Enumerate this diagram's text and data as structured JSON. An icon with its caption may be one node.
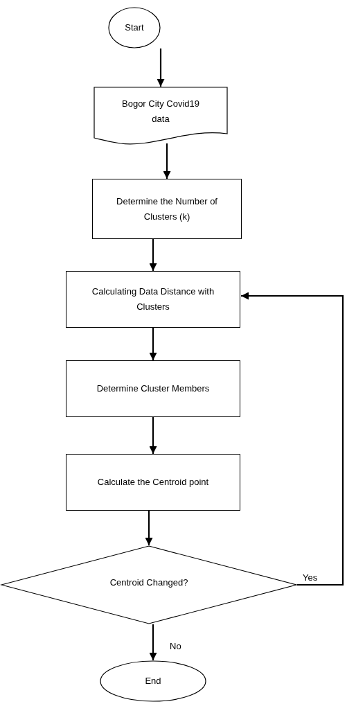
{
  "diagram": {
    "nodes": [
      {
        "text": [
          "Start"
        ]
      },
      {
        "text": [
          "Bogor City Covid19 data"
        ]
      },
      {
        "text": [
          "Determine the Number of Clusters (k)"
        ]
      },
      {
        "text": [
          "Calculating Data Distance with Clusters"
        ]
      },
      {
        "text": [
          "Determine Cluster Members"
        ]
      },
      {
        "text": [
          "Calculate the Centroid point"
        ]
      },
      {
        "text": [
          "Centroid Changed?"
        ]
      },
      {
        "text": [
          "End"
        ]
      }
    ],
    "edges": [
      {
        "from": 0,
        "to": 1,
        "arrow": "to"
      },
      {
        "from": 1,
        "to": 2,
        "arrow": "to"
      },
      {
        "from": 2,
        "to": 3,
        "arrow": "to"
      },
      {
        "from": 3,
        "to": 4,
        "arrow": "to"
      },
      {
        "from": 4,
        "to": 5,
        "arrow": "to"
      },
      {
        "from": 5,
        "to": 6,
        "arrow": "to"
      },
      {
        "from": 6,
        "to": 7,
        "arrow": "to",
        "label": "No"
      },
      {
        "from": 6,
        "to": 3,
        "arrow": "to",
        "label": "Yes"
      }
    ]
  }
}
